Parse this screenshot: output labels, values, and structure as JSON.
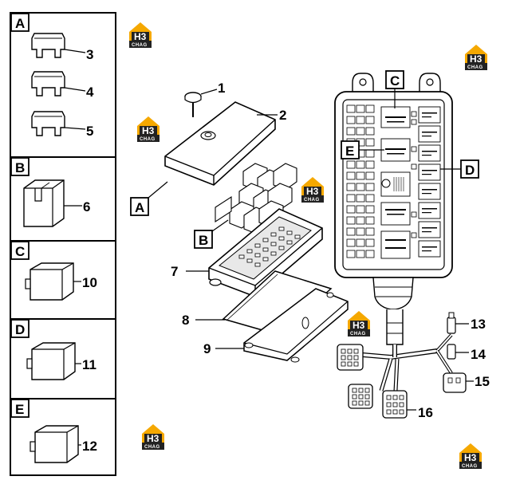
{
  "legend_boxes": [
    {
      "letter": "A",
      "parts": [
        "3",
        "4",
        "5"
      ]
    },
    {
      "letter": "B",
      "parts": [
        "6"
      ]
    },
    {
      "letter": "C",
      "parts": [
        "10"
      ]
    },
    {
      "letter": "D",
      "parts": [
        "11"
      ]
    },
    {
      "letter": "E",
      "parts": [
        "12"
      ]
    }
  ],
  "callouts": {
    "n1": "1",
    "n2": "2",
    "n7": "7",
    "n8": "8",
    "n9": "9",
    "n13": "13",
    "n14": "14",
    "n15": "15",
    "n16": "16"
  },
  "box_labels": {
    "A": "A",
    "B": "B",
    "C": "C",
    "D": "D",
    "E": "E"
  },
  "watermark": {
    "brand_top": "H3",
    "brand_bottom": "CHAG",
    "color": "#f5a800"
  }
}
